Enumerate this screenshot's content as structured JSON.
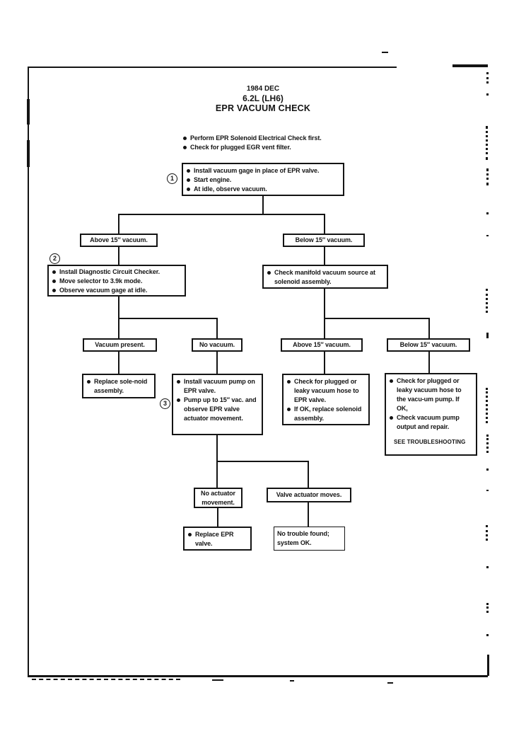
{
  "title": {
    "line1": "1984 DEC",
    "line2": "6.2L (LH6)",
    "line3": "EPR VACUUM CHECK"
  },
  "preliminary": {
    "items": [
      "Perform EPR Solenoid Electrical Check first.",
      "Check for plugged EGR vent filter."
    ]
  },
  "step1": {
    "number": "1",
    "items": [
      "Install vacuum gage in place of EPR valve.",
      "Start engine.",
      "At idle, observe vacuum."
    ]
  },
  "branch1": {
    "above": "Above 15″ vacuum.",
    "below": "Below 15″ vacuum."
  },
  "step2": {
    "number": "2",
    "items": [
      "Install Diagnostic Circuit Checker.",
      "Move selector to 3.9k mode.",
      "Observe vacuum gage at idle."
    ]
  },
  "check_manifold": {
    "items": [
      "Check manifold vacuum source at solenoid assembly."
    ]
  },
  "branch2": {
    "vacuum_present": "Vacuum present.",
    "no_vacuum": "No vacuum.",
    "above": "Above 15″ vacuum.",
    "below": "Below 15″ vacuum."
  },
  "replace_solenoid": {
    "items": [
      "Replace sole-noid assembly."
    ]
  },
  "step3": {
    "number": "3",
    "items": [
      "Install vacuum pump on EPR valve.",
      "Pump up to 15″ vac. and observe EPR valve actuator movement."
    ]
  },
  "check_hose_epr": {
    "items": [
      "Check for plugged or leaky vacuum hose to EPR valve.",
      "If OK, replace solenoid assembly."
    ]
  },
  "check_hose_pump": {
    "items": [
      "Check for plugged or leaky vacuum hose to the vacu-um pump. If OK,",
      "Check vacuum pump output and repair."
    ],
    "note": "SEE TROUBLESHOOTING"
  },
  "branch3": {
    "no_actuator": "No actuator movement.",
    "actuator_moves": "Valve actuator moves."
  },
  "replace_epr": {
    "items": [
      "Replace EPR valve."
    ]
  },
  "no_trouble": {
    "text": "No trouble found; system OK."
  }
}
